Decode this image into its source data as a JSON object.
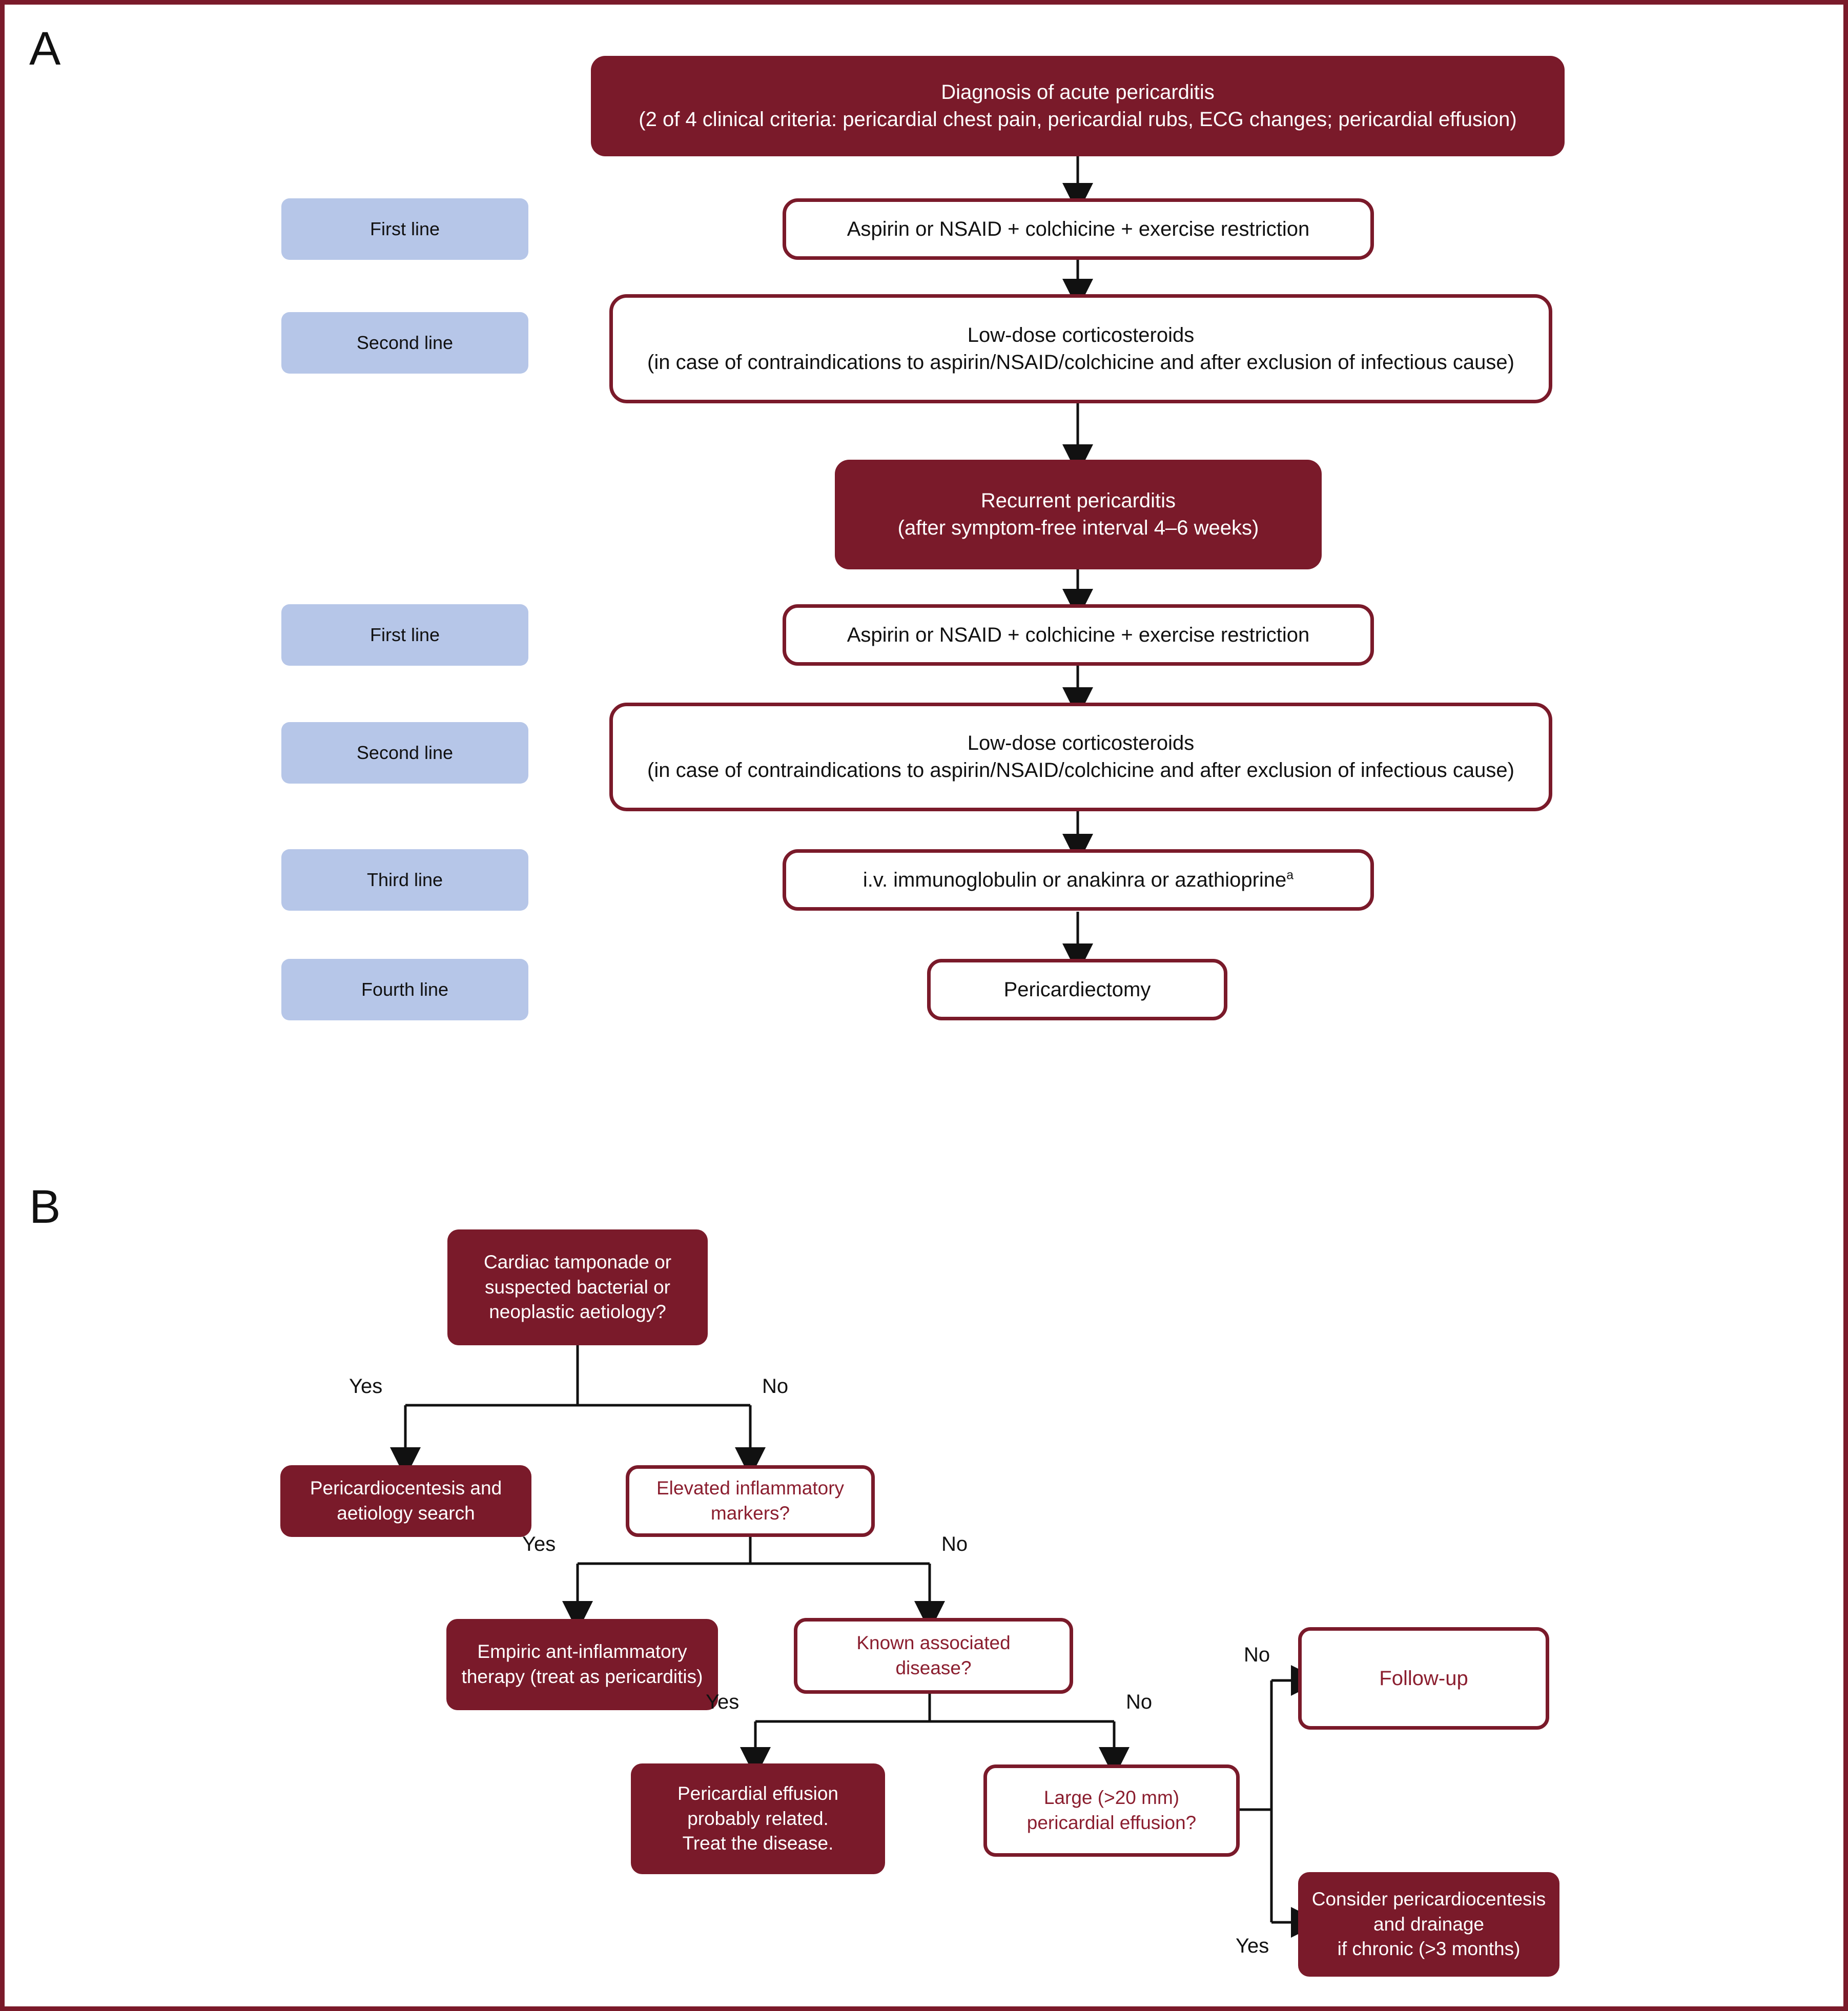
{
  "figure": {
    "panels": [
      {
        "letter": "A"
      },
      {
        "letter": "B"
      }
    ],
    "accent_color": "#7A1A2A",
    "tag_color": "#B6C6E8",
    "outline_text_color_a": "#111111",
    "outline_text_color_b": "#8B1E2F"
  },
  "panel_a": {
    "tags": [
      {
        "label": "First line"
      },
      {
        "label": "Second line"
      },
      {
        "label": "First line"
      },
      {
        "label": "Second line"
      },
      {
        "label": "Third line"
      },
      {
        "label": "Fourth line"
      }
    ],
    "nodes": {
      "diagnosis_line1": "Diagnosis of acute pericarditis",
      "diagnosis_line2": "(2 of 4 clinical criteria: pericardial chest pain, pericardial rubs, ECG changes; pericardial effusion)",
      "first_line_therapy": "Aspirin or NSAID + colchicine + exercise restriction",
      "second_line_therapy_line1": "Low-dose corticosteroids",
      "second_line_therapy_line2": "(in case of contraindications to aspirin/NSAID/colchicine and after exclusion of infectious cause)",
      "recurrent_line1": "Recurrent pericarditis",
      "recurrent_line2": "(after symptom-free interval 4–6 weeks)",
      "first_line_therapy_2": "Aspirin or NSAID + colchicine + exercise restriction",
      "second_line_therapy_2_line1": "Low-dose corticosteroids",
      "second_line_therapy_2_line2": "(in case of contraindications to aspirin/NSAID/colchicine and after exclusion of infectious cause)",
      "third_line_therapy": "i.v. immunoglobulin or anakinra or azathioprine",
      "third_line_footnote_marker": "a",
      "fourth_line_therapy": "Pericardiectomy"
    }
  },
  "panel_b": {
    "nodes": {
      "root_line1": "Cardiac tamponade or",
      "root_line2": "suspected bacterial or",
      "root_line3": "neoplastic aetiology?",
      "pericardiocentesis_line1": "Pericardiocentesis and",
      "pericardiocentesis_line2": "aetiology search",
      "inflammatory_line1": "Elevated inflammatory",
      "inflammatory_line2": "markers?",
      "empiric_line1": "Empiric ant-inflammatory",
      "empiric_line2": "therapy (treat as pericarditis)",
      "known_disease_line1": "Known associated",
      "known_disease_line2": "disease?",
      "effusion_related_line1": "Pericardial effusion",
      "effusion_related_line2": "probably related.",
      "effusion_related_line3": "Treat the disease.",
      "large_effusion_line1": "Large (>20 mm)",
      "large_effusion_line2": "pericardial effusion?",
      "follow_up": "Follow-up",
      "consider_line1": "Consider pericardiocentesis",
      "consider_line2": "and drainage",
      "consider_line3": "if chronic (>3 months)"
    },
    "edge_labels": {
      "root_yes": "Yes",
      "root_no": "No",
      "inflammatory_yes": "Yes",
      "inflammatory_no": "No",
      "known_yes": "Yes",
      "known_no": "No",
      "large_no": "No",
      "large_yes": "Yes"
    }
  }
}
